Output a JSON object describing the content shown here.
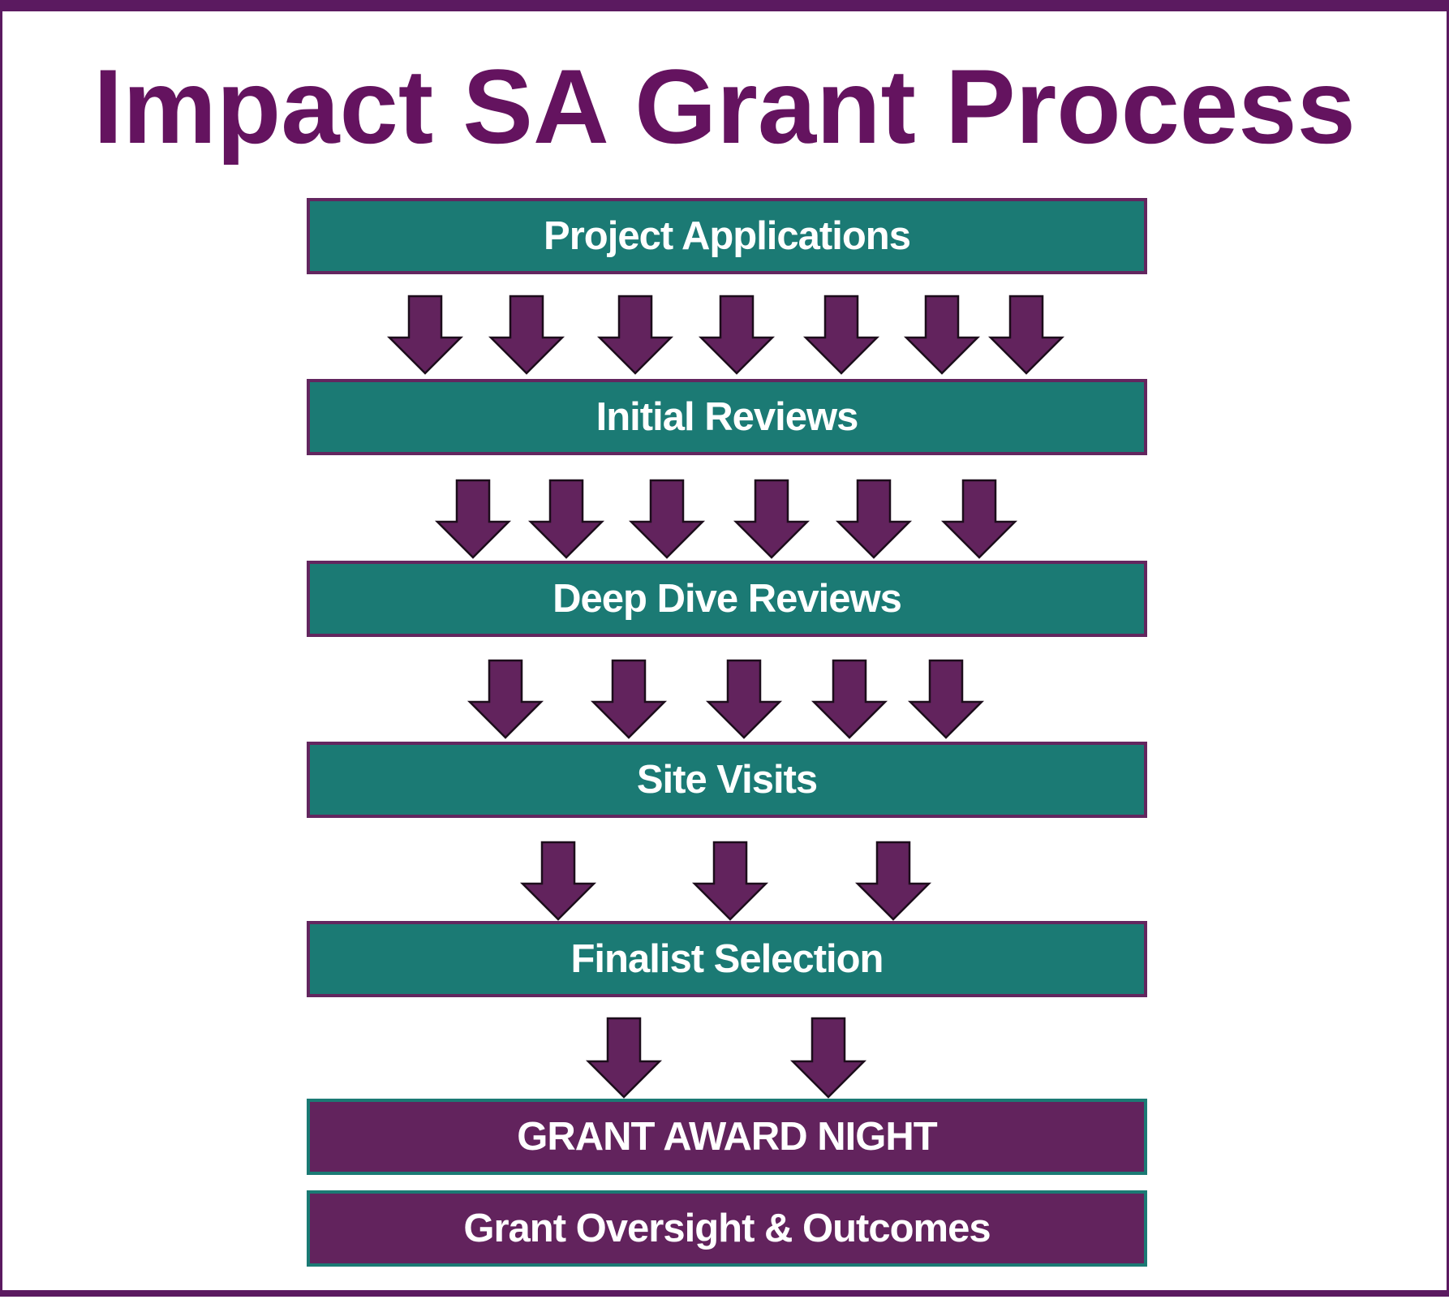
{
  "title": "Impact SA Grant Process",
  "colors": {
    "title": "#64135f",
    "stage_fill": "#1b7a74",
    "stage_border": "#63265f",
    "outcome_fill": "#62235d",
    "outcome_border": "#1b7a74",
    "arrow_fill": "#62235d",
    "frame": "#5b1a60"
  },
  "stages": [
    {
      "label": "Project Applications",
      "outgoing_arrows": 7
    },
    {
      "label": "Initial Reviews",
      "outgoing_arrows": 6
    },
    {
      "label": "Deep Dive Reviews",
      "outgoing_arrows": 5
    },
    {
      "label": "Site Visits",
      "outgoing_arrows": 3
    },
    {
      "label": "Finalist Selection",
      "outgoing_arrows": 2
    },
    {
      "label": "GRANT AWARD NIGHT",
      "outgoing_arrows": 0
    },
    {
      "label": "Grant Oversight & Outcomes",
      "outgoing_arrows": 0
    }
  ],
  "arrow_icon": "down-arrow-icon"
}
